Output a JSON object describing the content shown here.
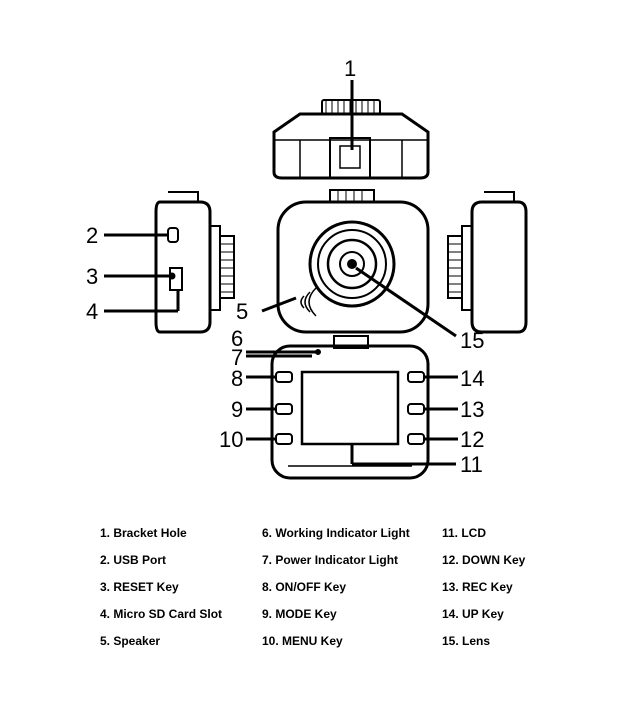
{
  "callouts": [
    "1",
    "2",
    "3",
    "4",
    "5",
    "6",
    "7",
    "8",
    "9",
    "10",
    "11",
    "12",
    "13",
    "14",
    "15"
  ],
  "legend": {
    "col1": [
      "1.   Bracket Hole",
      "2.   USB Port",
      "3.   RESET Key",
      "4.   Micro SD Card Slot",
      "5.   Speaker"
    ],
    "col2": [
      "6.   Working Indicator Light",
      "7.   Power Indicator Light",
      "8.   ON/OFF Key",
      "9.   MODE Key",
      "10. MENU Key"
    ],
    "col3": [
      "11. LCD",
      "12. DOWN Key",
      "13. REC Key",
      "14. UP Key",
      "15. Lens"
    ]
  }
}
